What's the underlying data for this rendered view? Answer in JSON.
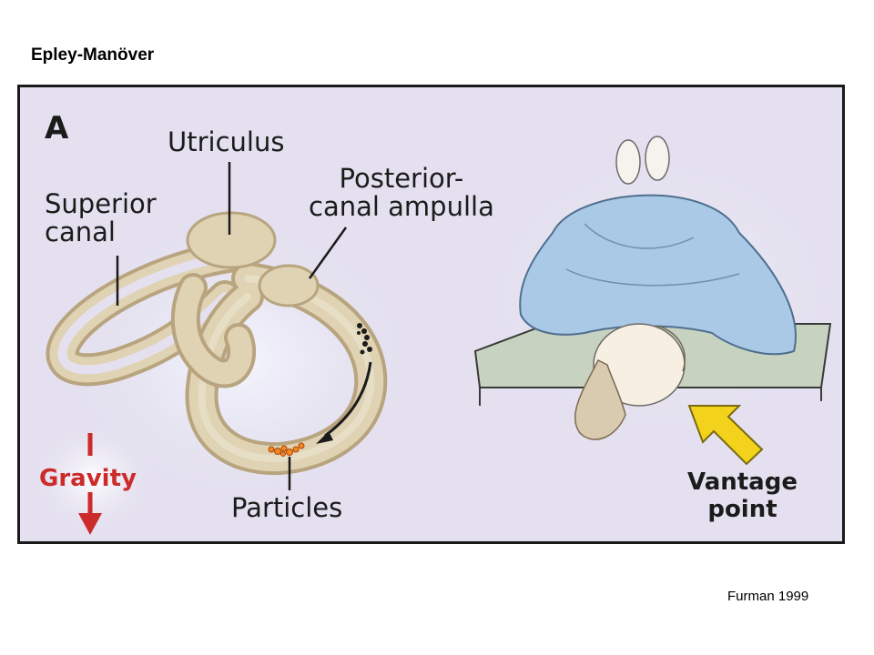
{
  "slide": {
    "title": "Epley-Manöver",
    "credit": "Furman 1999"
  },
  "figure": {
    "panel_letter": "A",
    "labels": {
      "utriculus": "Utriculus",
      "superior_line1": "Superior",
      "superior_line2": "canal",
      "posterior_line1": "Posterior-",
      "posterior_line2": "canal ampulla",
      "particles": "Particles",
      "gravity": "Gravity",
      "vantage_line1": "Vantage",
      "vantage_line2": "point"
    },
    "colors": {
      "panel_bg": "#e4e0ef",
      "canal": "#e0d3b4",
      "canal_shadow": "#b8a47e",
      "gravity_red": "#cc2b2b",
      "arrow_yellow": "#f3d21c",
      "gown_blue": "#a9c9e6"
    }
  }
}
